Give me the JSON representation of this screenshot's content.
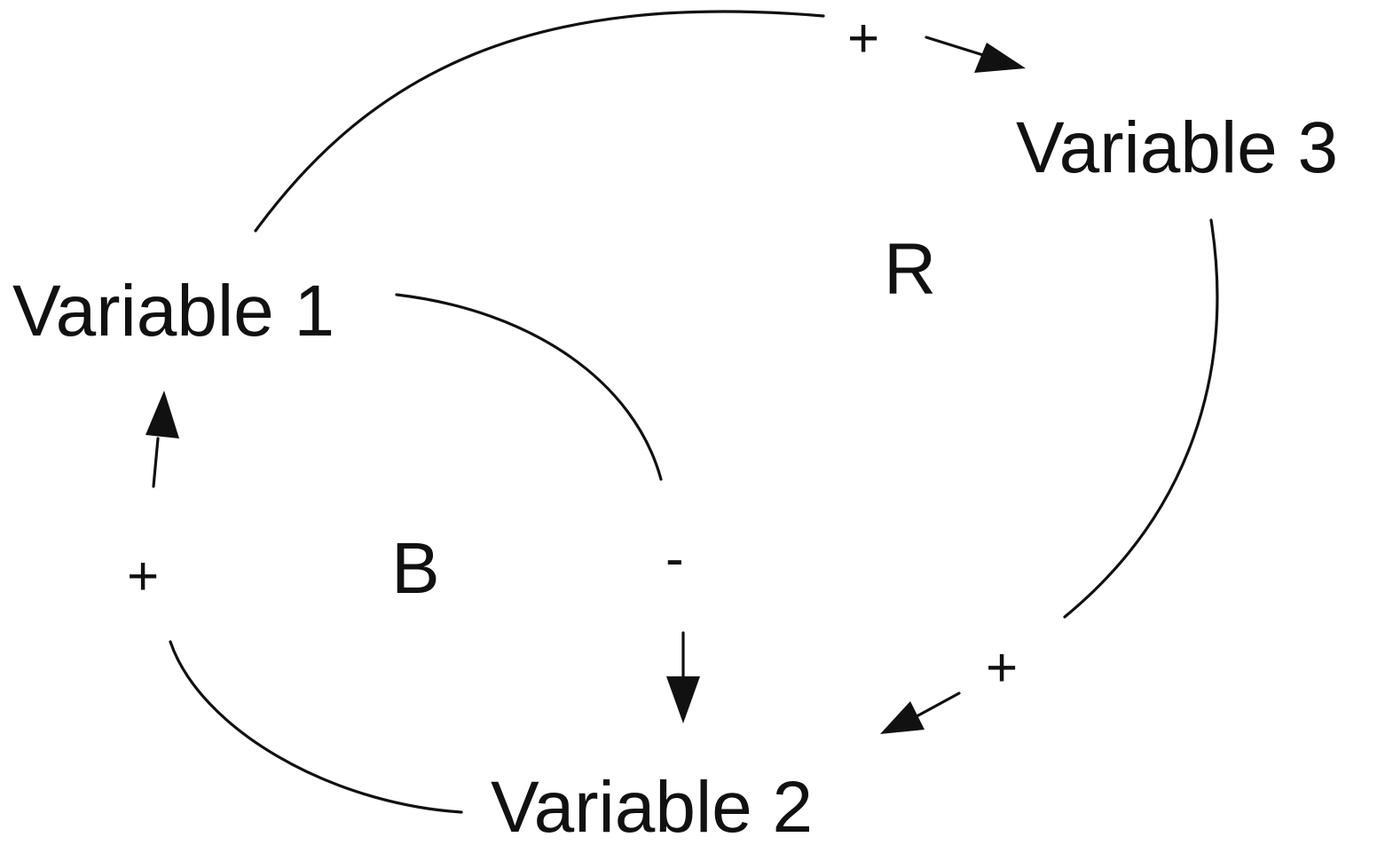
{
  "nodes": {
    "variable_1": "Variable 1",
    "variable_2": "Variable 2",
    "variable_3": "Variable 3"
  },
  "links": [
    {
      "from": "Variable 1",
      "to": "Variable 3",
      "polarity": "+"
    },
    {
      "from": "Variable 3",
      "to": "Variable 2",
      "polarity": "+"
    },
    {
      "from": "Variable 1",
      "to": "Variable 2",
      "polarity": "-"
    },
    {
      "from": "Variable 2",
      "to": "Variable 1",
      "polarity": "+"
    }
  ],
  "polarities": {
    "v1_to_v3": "+",
    "v3_to_v2": "+",
    "v1_to_v2": "-",
    "v2_to_v1": "+"
  },
  "loops": {
    "reinforcing": "R",
    "balancing": "B"
  },
  "colors": {
    "ink": "#111111",
    "background": "#ffffff"
  }
}
